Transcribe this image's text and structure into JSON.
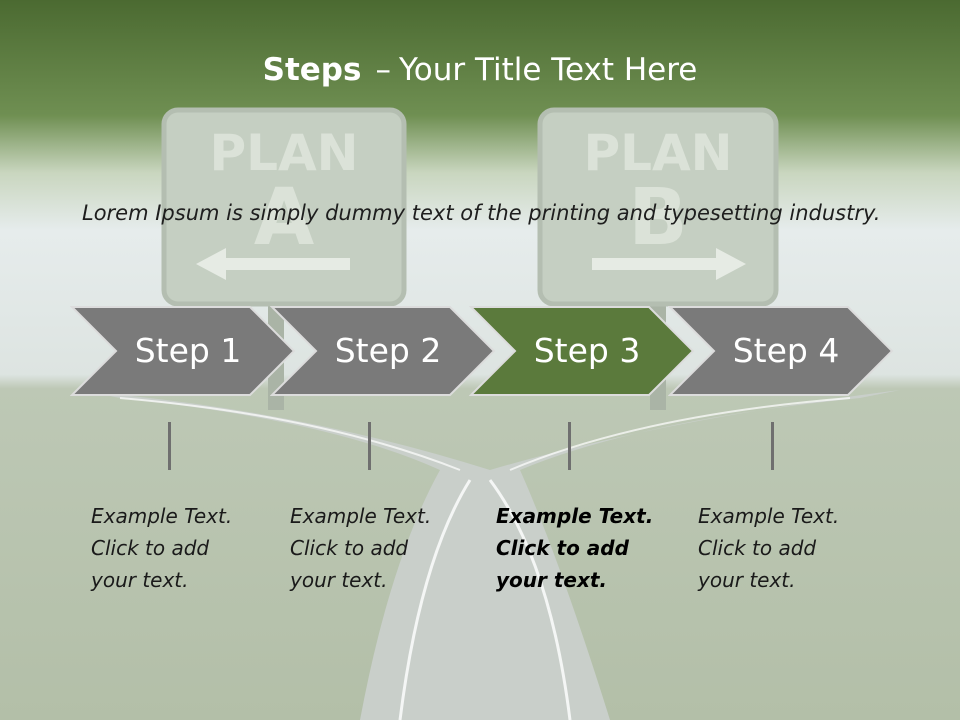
{
  "title": {
    "bold": "Steps",
    "separator": "–",
    "rest": "Your Title Text Here"
  },
  "intro": "Lorem Ipsum is simply dummy text of the printing and typesetting industry.",
  "signs": [
    {
      "line1": "PLAN",
      "line2": "A",
      "arrow": "left"
    },
    {
      "line1": "PLAN",
      "line2": "B",
      "arrow": "right"
    }
  ],
  "steps": [
    {
      "label": "Step 1",
      "active": false,
      "text": [
        "Example Text.",
        "Click  to add",
        "your text."
      ]
    },
    {
      "label": "Step 2",
      "active": false,
      "text": [
        "Example Text.",
        "Click  to add",
        "your text."
      ]
    },
    {
      "label": "Step 3",
      "active": true,
      "text": [
        "Example Text.",
        "Click  to add",
        "your text."
      ]
    },
    {
      "label": "Step 4",
      "active": false,
      "text": [
        "Example Text.",
        "Click  to add",
        "your text."
      ]
    }
  ],
  "colors": {
    "title_bar": "#5e7f3e",
    "active_step": "#5b7a3c",
    "inactive_step": "#7a7a7a",
    "chevron_border": "#dcdcdc",
    "grass": "#b7c3ad",
    "sky": "#e4ebec",
    "sign": "#c6d1c2"
  }
}
